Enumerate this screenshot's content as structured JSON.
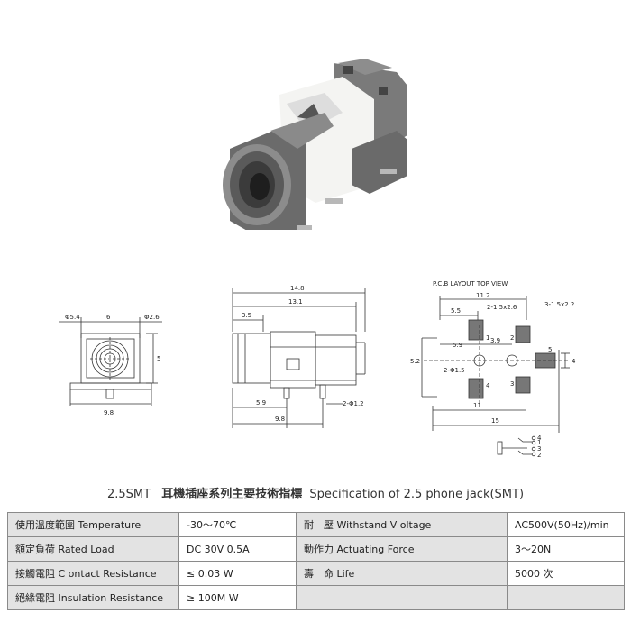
{
  "photo": {
    "alt": "2.5mm SMT phone jack"
  },
  "drawings": {
    "front": {
      "d1": "Φ5.4",
      "d2": "6",
      "d3": "Φ2.6",
      "h": "5",
      "w": "9.8"
    },
    "side": {
      "overall": "14.8",
      "body": "13.1",
      "front": "3.5",
      "pin": "5.9",
      "pitch": "9.8",
      "pin_dia": "2-Φ1.2"
    },
    "pcb": {
      "title": "P.C.B LAYOUT TOP VIEW",
      "w1": "11.2",
      "w2": "5.5",
      "pad1": "2-1.5x2.6",
      "pad2": "3-1.5x2.2",
      "x1": "5.9",
      "x2": "3.9",
      "hole": "2-Φ1.5",
      "h": "5.2",
      "pad_h": "4",
      "w3": "11",
      "w4": "15",
      "pads": [
        "1",
        "2",
        "3",
        "4",
        "5"
      ],
      "schematic_pins": [
        "4",
        "1",
        "3",
        "2"
      ]
    }
  },
  "caption": {
    "model": "2.5SMT",
    "chinese": "耳機插座系列主要技術指標",
    "english": "Specification of 2.5 phone jack(SMT)"
  },
  "spec_rows": [
    {
      "lbl1": "使用溫度範圍 Temperature",
      "val1": "-30～70℃",
      "lbl2": "耐　壓 Withstand V oltage",
      "val2": "AC500V(50Hz)/min"
    },
    {
      "lbl1": "額定負荷  Rated Load",
      "val1": "DC  30V  0.5A",
      "lbl2": "動作力  Actuating Force",
      "val2": "3～20N"
    },
    {
      "lbl1": "接觸電阻  C ontact Resistance",
      "val1": "≤ 0.03 W",
      "lbl2": "壽　命  Life",
      "val2": "5000  次"
    },
    {
      "lbl1": "絕緣電阻  Insulation Resistance",
      "val1": "≥ 100M W",
      "lbl2": "",
      "val2": ""
    }
  ]
}
